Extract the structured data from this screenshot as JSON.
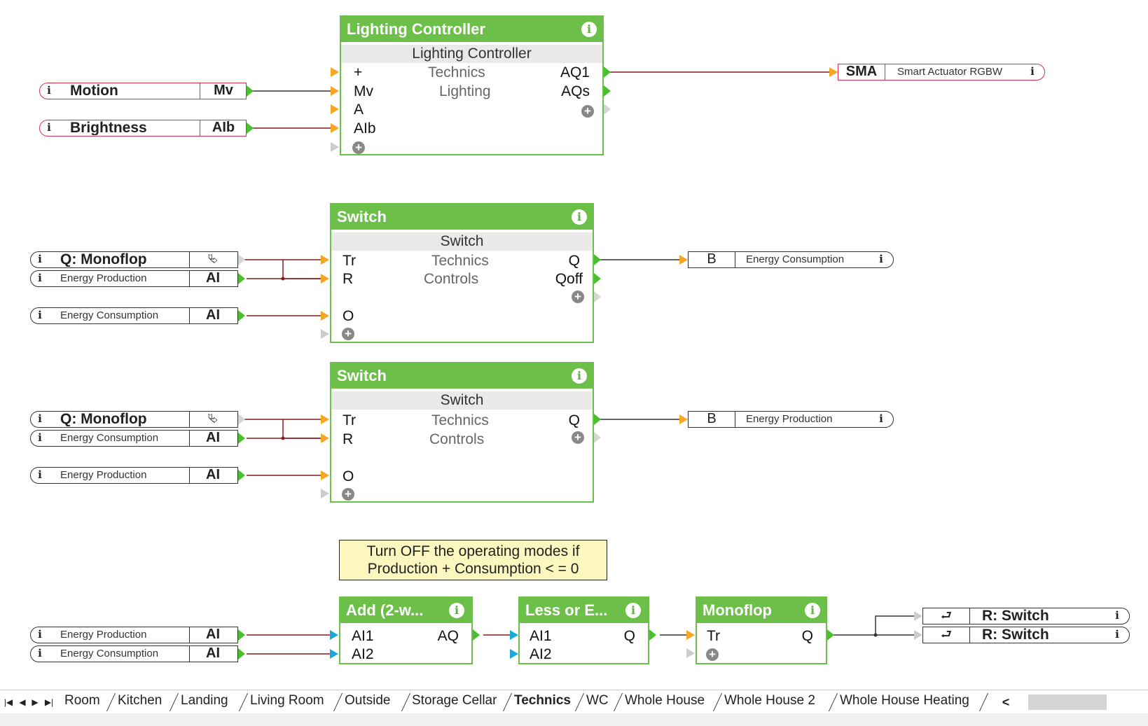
{
  "colors": {
    "block_green": "#6cc04a",
    "wire_red": "#8b1a1a",
    "wire_dark": "#333333",
    "input_orange": "#f5a623",
    "input_blue": "#1aa7d9",
    "output_green": "#4cbf2f",
    "comment_bg": "#fcf6bf",
    "conn_red": "#d9304a"
  },
  "blocks": {
    "lighting": {
      "title": "Lighting Controller",
      "subtitle": "Lighting Controller",
      "cat1": "Technics",
      "cat2": "Lighting",
      "inputs": [
        "+",
        "Mv",
        "A",
        "AIb"
      ],
      "outputs": [
        "AQ1",
        "AQs"
      ]
    },
    "switch1": {
      "title": "Switch",
      "subtitle": "Switch",
      "cat1": "Technics",
      "cat2": "Controls",
      "inputs": [
        "Tr",
        "R",
        "O"
      ],
      "outputs": [
        "Q",
        "Qoff"
      ]
    },
    "switch2": {
      "title": "Switch",
      "subtitle": "Switch",
      "cat1": "Technics",
      "cat2": "Controls",
      "inputs": [
        "Tr",
        "R",
        "O"
      ],
      "outputs": [
        "Q"
      ]
    },
    "add": {
      "title": "Add (2-w...",
      "inputs": [
        "AI1",
        "AI2"
      ],
      "outputs": [
        "AQ"
      ]
    },
    "lessor": {
      "title": "Less or E...",
      "inputs": [
        "AI1",
        "AI2"
      ],
      "outputs": [
        "Q"
      ]
    },
    "monoflop": {
      "title": "Monoflop",
      "inputs": [
        "Tr"
      ],
      "outputs": [
        "Q"
      ]
    }
  },
  "inputs": {
    "motion": {
      "name": "Motion",
      "type": "Mv"
    },
    "brightness": {
      "name": "Brightness",
      "type": "AIb"
    },
    "q_monoflop_1": {
      "name": "Q: Monoflop",
      "type_icon": "monoflop-output-icon"
    },
    "energy_production_1": {
      "name": "Energy Production",
      "type": "AI"
    },
    "energy_consumption_1": {
      "name": "Energy Consumption",
      "type": "AI"
    },
    "q_monoflop_2": {
      "name": "Q: Monoflop",
      "type_icon": "monoflop-output-icon"
    },
    "energy_consumption_2": {
      "name": "Energy Consumption",
      "type": "AI"
    },
    "energy_production_2": {
      "name": "Energy Production",
      "type": "AI"
    },
    "energy_production_3": {
      "name": "Energy Production",
      "type": "AI"
    },
    "energy_consumption_3": {
      "name": "Energy Consumption",
      "type": "AI"
    }
  },
  "outputs": {
    "sma": {
      "type": "SMA",
      "name": "Smart Actuator RGBW"
    },
    "b_consumption": {
      "type": "B",
      "name": "Energy Consumption"
    },
    "b_production": {
      "type": "B",
      "name": "Energy Production"
    },
    "r_switch_1": {
      "name": "R: Switch",
      "type_icon": "input-reset-icon"
    },
    "r_switch_2": {
      "name": "R: Switch",
      "type_icon": "input-reset-icon"
    }
  },
  "comment": {
    "line1": "Turn OFF the operating modes if",
    "line2": "Production + Consumption < = 0"
  },
  "tabs": [
    "Room",
    "Kitchen",
    "Landing",
    "Living Room",
    "Outside",
    "Storage Cellar",
    "Technics",
    "WC",
    "Whole House",
    "Whole House 2",
    "Whole House Heating"
  ],
  "active_tab": "Technics",
  "info_glyph": "i",
  "plus_glyph": "+",
  "nav": {
    "first": "|◀",
    "prev": "◀",
    "next": "▶",
    "last": "▶|",
    "scroll_left": "<"
  }
}
